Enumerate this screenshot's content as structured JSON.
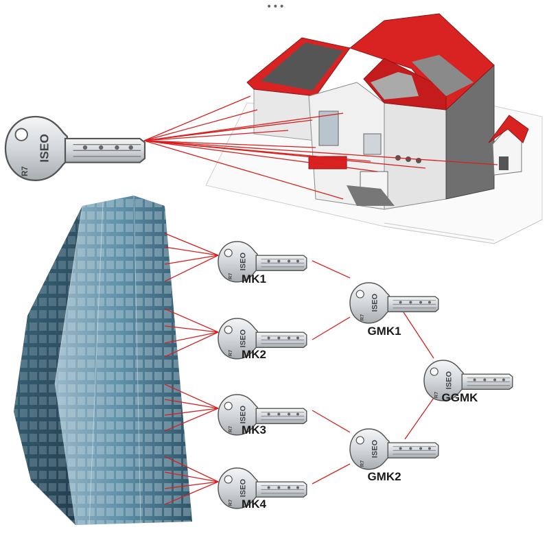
{
  "overflow_dots": "•••",
  "keys": {
    "house_key": {
      "brand": "ISEO",
      "model": "R7"
    },
    "mk1": {
      "label": "MK1",
      "brand": "ISEO",
      "model": "R7"
    },
    "mk2": {
      "label": "MK2",
      "brand": "ISEO",
      "model": "R7"
    },
    "mk3": {
      "label": "MK3",
      "brand": "ISEO",
      "model": "R7"
    },
    "mk4": {
      "label": "MK4",
      "brand": "ISEO",
      "model": "R7"
    },
    "gmk1": {
      "label": "GMK1",
      "brand": "ISEO",
      "model": "R7"
    },
    "gmk2": {
      "label": "GMK2",
      "brand": "ISEO",
      "model": "R7"
    },
    "ggmk": {
      "label": "GGMK",
      "brand": "ISEO",
      "model": "R7"
    }
  },
  "colors": {
    "link_line": "#d81e1e",
    "roof_red": "#d92323",
    "building_teal": "#5d8fa6",
    "building_dark": "#2d5368",
    "key_metal": "#d4d8dc",
    "key_outline": "#555555",
    "wall_white": "#f2f2f2",
    "wall_grey": "#6f6f6f"
  }
}
